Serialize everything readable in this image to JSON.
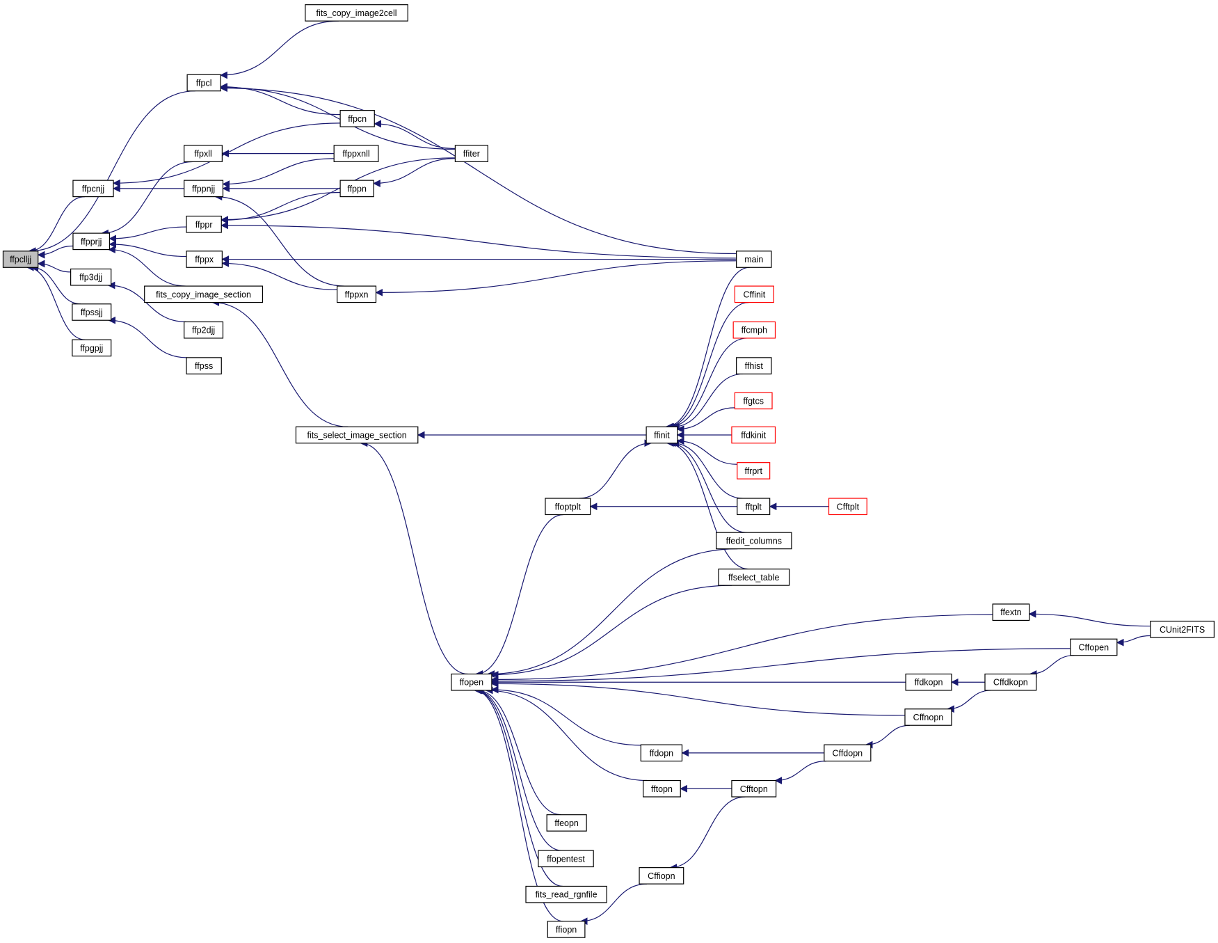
{
  "graph": {
    "root": "ffpclljj",
    "nodes": [
      {
        "id": "ffpclljj",
        "label": "ffpclljj",
        "root": true
      },
      {
        "id": "ffpcl",
        "label": "ffpcl"
      },
      {
        "id": "ffpcnjj",
        "label": "ffpcnjj"
      },
      {
        "id": "ffpprjj",
        "label": "ffpprjj"
      },
      {
        "id": "ffp3djj",
        "label": "ffp3djj"
      },
      {
        "id": "ffpssjj",
        "label": "ffpssjj"
      },
      {
        "id": "ffpgpjj",
        "label": "ffpgpjj"
      },
      {
        "id": "fits_copy_image2cell",
        "label": "fits_copy_image2cell"
      },
      {
        "id": "ffpcn",
        "label": "ffpcn"
      },
      {
        "id": "ffpxll",
        "label": "ffpxll"
      },
      {
        "id": "ffppnjj",
        "label": "ffppnjj"
      },
      {
        "id": "ffppr",
        "label": "ffppr"
      },
      {
        "id": "ffppx",
        "label": "ffppx"
      },
      {
        "id": "fits_copy_image_section",
        "label": "fits_copy_image_section"
      },
      {
        "id": "ffp2djj",
        "label": "ffp2djj"
      },
      {
        "id": "ffpss",
        "label": "ffpss"
      },
      {
        "id": "ffppxnll",
        "label": "ffppxnll"
      },
      {
        "id": "ffppn",
        "label": "ffppn"
      },
      {
        "id": "ffppxn",
        "label": "ffppxn"
      },
      {
        "id": "ffiter",
        "label": "ffiter"
      },
      {
        "id": "main",
        "label": "main"
      },
      {
        "id": "fits_select_image_section",
        "label": "fits_select_image_section"
      },
      {
        "id": "ffinit",
        "label": "ffinit"
      },
      {
        "id": "Cffinit",
        "label": "Cffinit",
        "truncated": true
      },
      {
        "id": "ffcmph",
        "label": "ffcmph",
        "truncated": true
      },
      {
        "id": "ffhist",
        "label": "ffhist"
      },
      {
        "id": "ffgtcs",
        "label": "ffgtcs",
        "truncated": true
      },
      {
        "id": "ffdkinit",
        "label": "ffdkinit",
        "truncated": true
      },
      {
        "id": "ffrprt",
        "label": "ffrprt",
        "truncated": true
      },
      {
        "id": "fftplt",
        "label": "fftplt"
      },
      {
        "id": "Cfftplt",
        "label": "Cfftplt",
        "truncated": true
      },
      {
        "id": "ffoptplt",
        "label": "ffoptplt"
      },
      {
        "id": "ffedit_columns",
        "label": "ffedit_columns"
      },
      {
        "id": "ffselect_table",
        "label": "ffselect_table"
      },
      {
        "id": "ffopen",
        "label": "ffopen"
      },
      {
        "id": "ffextn",
        "label": "ffextn"
      },
      {
        "id": "CUnit2FITS",
        "label": "CUnit2FITS"
      },
      {
        "id": "Cffopen",
        "label": "Cffopen"
      },
      {
        "id": "ffdkopn",
        "label": "ffdkopn"
      },
      {
        "id": "Cffdkopn",
        "label": "Cffdkopn"
      },
      {
        "id": "Cffnopn",
        "label": "Cffnopn"
      },
      {
        "id": "ffdopn",
        "label": "ffdopn"
      },
      {
        "id": "Cffdopn",
        "label": "Cffdopn"
      },
      {
        "id": "fftopn",
        "label": "fftopn"
      },
      {
        "id": "Cfftopn",
        "label": "Cfftopn"
      },
      {
        "id": "ffeopn",
        "label": "ffeopn"
      },
      {
        "id": "ffopentest",
        "label": "ffopentest"
      },
      {
        "id": "fits_read_rgnfile",
        "label": "fits_read_rgnfile"
      },
      {
        "id": "ffiopn",
        "label": "ffiopn"
      },
      {
        "id": "Cffiopn",
        "label": "Cffiopn"
      }
    ],
    "edges": [
      {
        "from": "ffpcl",
        "to": "ffpclljj"
      },
      {
        "from": "ffpcnjj",
        "to": "ffpclljj"
      },
      {
        "from": "ffpprjj",
        "to": "ffpclljj"
      },
      {
        "from": "ffp3djj",
        "to": "ffpclljj"
      },
      {
        "from": "ffpssjj",
        "to": "ffpclljj"
      },
      {
        "from": "ffpgpjj",
        "to": "ffpclljj"
      },
      {
        "from": "fits_copy_image2cell",
        "to": "ffpcl"
      },
      {
        "from": "main",
        "to": "ffpcl"
      },
      {
        "from": "ffiter",
        "to": "ffpcl"
      },
      {
        "from": "ffpcn",
        "to": "ffpcl"
      },
      {
        "from": "ffpcn",
        "to": "ffpcnjj"
      },
      {
        "from": "ffppnjj",
        "to": "ffpcnjj"
      },
      {
        "from": "ffpxll",
        "to": "ffpprjj"
      },
      {
        "from": "ffppr",
        "to": "ffpprjj"
      },
      {
        "from": "ffppx",
        "to": "ffpprjj"
      },
      {
        "from": "fits_copy_image_section",
        "to": "ffpprjj"
      },
      {
        "from": "ffp2djj",
        "to": "ffp3djj"
      },
      {
        "from": "ffpss",
        "to": "ffpssjj"
      },
      {
        "from": "ffiter",
        "to": "ffpcn"
      },
      {
        "from": "ffppxnll",
        "to": "ffpxll"
      },
      {
        "from": "ffppxnll",
        "to": "ffppnjj"
      },
      {
        "from": "ffppn",
        "to": "ffppnjj"
      },
      {
        "from": "ffppxn",
        "to": "ffppnjj"
      },
      {
        "from": "ffiter",
        "to": "ffppn"
      },
      {
        "from": "ffppn",
        "to": "ffppr"
      },
      {
        "from": "ffiter",
        "to": "ffppr"
      },
      {
        "from": "main",
        "to": "ffppr"
      },
      {
        "from": "ffppxn",
        "to": "ffppx"
      },
      {
        "from": "main",
        "to": "ffppx"
      },
      {
        "from": "main",
        "to": "ffppxn"
      },
      {
        "from": "fits_select_image_section",
        "to": "fits_copy_image_section"
      },
      {
        "from": "ffinit",
        "to": "fits_select_image_section"
      },
      {
        "from": "ffopen",
        "to": "fits_select_image_section"
      },
      {
        "from": "main",
        "to": "ffinit"
      },
      {
        "from": "Cffinit",
        "to": "ffinit"
      },
      {
        "from": "ffcmph",
        "to": "ffinit"
      },
      {
        "from": "ffhist",
        "to": "ffinit"
      },
      {
        "from": "ffgtcs",
        "to": "ffinit"
      },
      {
        "from": "ffdkinit",
        "to": "ffinit"
      },
      {
        "from": "ffrprt",
        "to": "ffinit"
      },
      {
        "from": "fftplt",
        "to": "ffinit"
      },
      {
        "from": "ffedit_columns",
        "to": "ffinit"
      },
      {
        "from": "ffselect_table",
        "to": "ffinit"
      },
      {
        "from": "ffoptplt",
        "to": "ffinit"
      },
      {
        "from": "Cfftplt",
        "to": "fftplt"
      },
      {
        "from": "fftplt",
        "to": "ffoptplt"
      },
      {
        "from": "ffoptplt",
        "to": "ffopen"
      },
      {
        "from": "ffedit_columns",
        "to": "ffopen"
      },
      {
        "from": "ffselect_table",
        "to": "ffopen"
      },
      {
        "from": "ffextn",
        "to": "ffopen"
      },
      {
        "from": "Cffopen",
        "to": "ffopen"
      },
      {
        "from": "ffdkopn",
        "to": "ffopen"
      },
      {
        "from": "Cffnopn",
        "to": "ffopen"
      },
      {
        "from": "ffdopn",
        "to": "ffopen"
      },
      {
        "from": "fftopn",
        "to": "ffopen"
      },
      {
        "from": "ffeopn",
        "to": "ffopen"
      },
      {
        "from": "ffopentest",
        "to": "ffopen"
      },
      {
        "from": "fits_read_rgnfile",
        "to": "ffopen"
      },
      {
        "from": "ffiopn",
        "to": "ffopen"
      },
      {
        "from": "CUnit2FITS",
        "to": "ffextn"
      },
      {
        "from": "CUnit2FITS",
        "to": "Cffopen"
      },
      {
        "from": "Cffdkopn",
        "to": "ffdkopn"
      },
      {
        "from": "Cffopen",
        "to": "Cffdkopn"
      },
      {
        "from": "Cffdkopn",
        "to": "Cffnopn"
      },
      {
        "from": "Cffdopn",
        "to": "ffdopn"
      },
      {
        "from": "Cffnopn",
        "to": "Cffdopn"
      },
      {
        "from": "Cfftopn",
        "to": "fftopn"
      },
      {
        "from": "Cffdopn",
        "to": "Cfftopn"
      },
      {
        "from": "Cfftopn",
        "to": "Cffiopn"
      },
      {
        "from": "Cffiopn",
        "to": "ffiopn"
      }
    ],
    "colors": {
      "edge": "#191970",
      "node_border": "#000000",
      "truncated_border": "#ff0000",
      "root_fill": "#bfbfbf",
      "node_fill": "#ffffff"
    }
  }
}
